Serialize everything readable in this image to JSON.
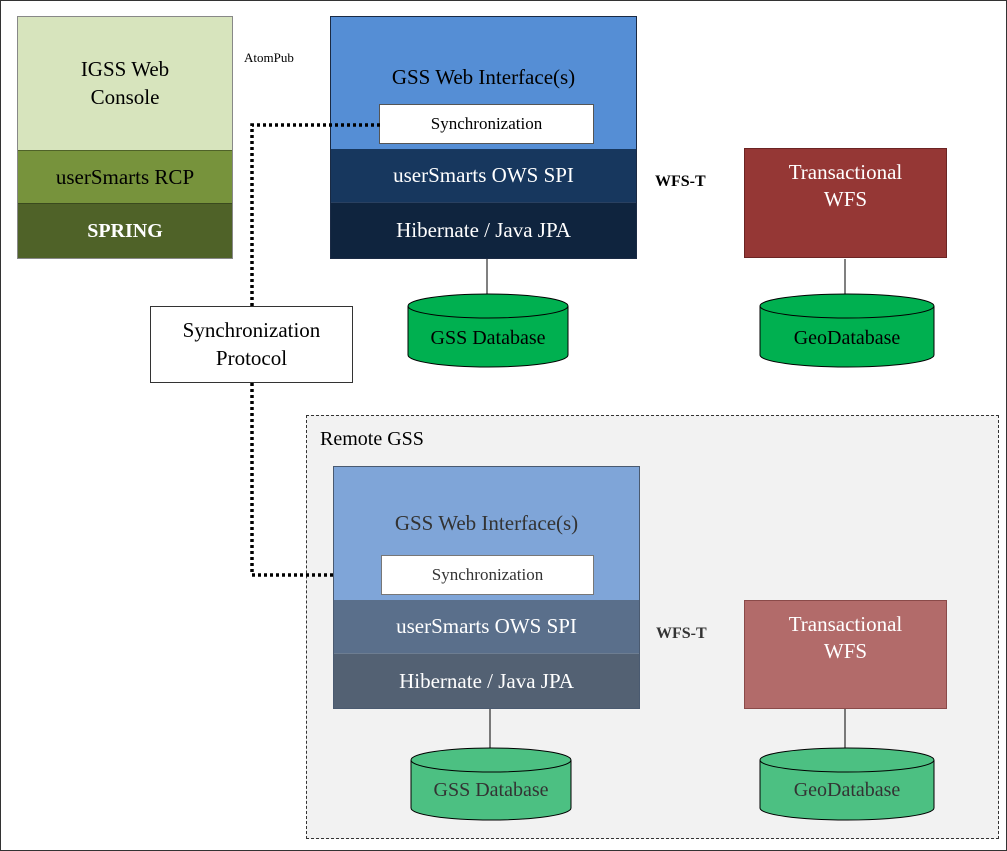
{
  "console": {
    "title": "IGSS Web\nConsole",
    "rcp": "userSmarts RCP",
    "spring": "SPRING"
  },
  "atompub": "AtomPub",
  "main": {
    "title": "GSS Web Interface(s)",
    "sync": "Synchronization",
    "ows": "userSmarts OWS SPI",
    "hibernate": "Hibernate / Java JPA",
    "wfs_t": "WFS-T",
    "transactional": "Transactional\nWFS",
    "gss_db": "GSS Database",
    "geo_db": "GeoDatabase"
  },
  "protocol": "Synchronization\nProtocol",
  "remote": {
    "label": "Remote GSS",
    "title": "GSS Web Interface(s)",
    "sync": "Synchronization",
    "ows": "userSmarts OWS SPI",
    "hibernate": "Hibernate / Java JPA",
    "wfs_t": "WFS-T",
    "transactional": "Transactional\nWFS",
    "gss_db": "GSS Database",
    "geo_db": "GeoDatabase"
  },
  "colors": {
    "console_top": "#d7e4bd",
    "console_mid": "#77933c",
    "console_bot": "#4f6228",
    "web_top": "#558ed5",
    "web_mid": "#17375e",
    "web_bot": "#0f243e",
    "wfs": "#953735",
    "db": "#00b050",
    "remote_bg": "#f2f2f2"
  }
}
